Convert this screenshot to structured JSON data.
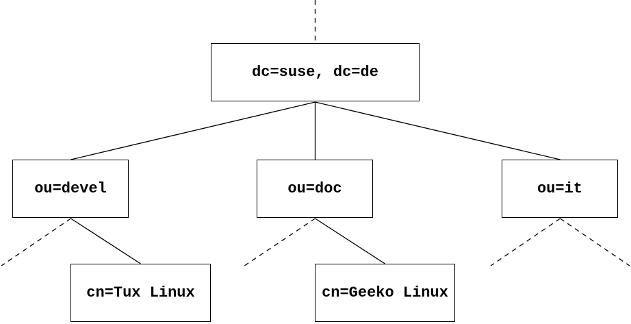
{
  "figure": {
    "type": "tree-diagram",
    "background_color": "#ffffff",
    "line_color": "#000000",
    "text_color": "#000000"
  },
  "nodes": {
    "root": {
      "label": "dc=suse, dc=de"
    },
    "devel": {
      "label": "ou=devel"
    },
    "doc": {
      "label": "ou=doc"
    },
    "it": {
      "label": "ou=it"
    },
    "tux": {
      "label": "cn=Tux Linux"
    },
    "geeko": {
      "label": "cn=Geeko Linux"
    }
  },
  "edges": [
    {
      "from": "unshown-parent",
      "to": "root",
      "style": "dashed"
    },
    {
      "from": "root",
      "to": "devel",
      "style": "solid"
    },
    {
      "from": "root",
      "to": "doc",
      "style": "solid"
    },
    {
      "from": "root",
      "to": "it",
      "style": "solid"
    },
    {
      "from": "devel",
      "to": "unshown-child",
      "style": "dashed"
    },
    {
      "from": "devel",
      "to": "tux",
      "style": "solid"
    },
    {
      "from": "doc",
      "to": "unshown-child",
      "style": "dashed"
    },
    {
      "from": "doc",
      "to": "geeko",
      "style": "solid"
    },
    {
      "from": "it",
      "to": "unshown-child-left",
      "style": "dashed"
    },
    {
      "from": "it",
      "to": "unshown-child-right",
      "style": "dashed"
    }
  ]
}
